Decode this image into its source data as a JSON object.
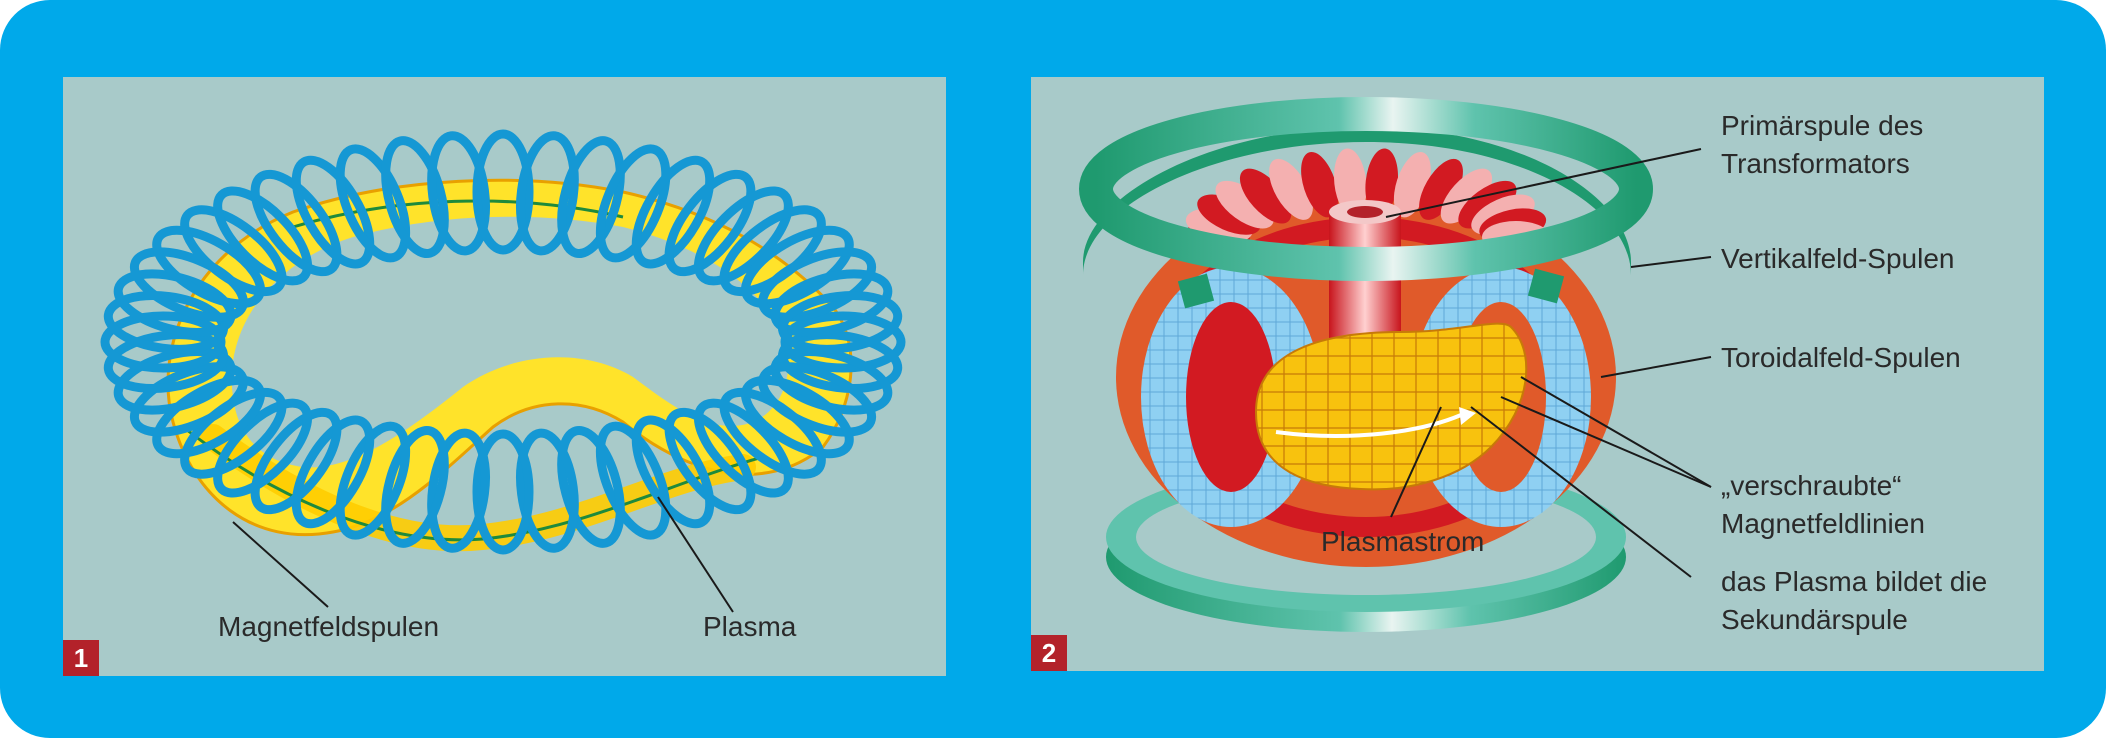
{
  "panel1": {
    "number": "1",
    "labels": {
      "magnetfeldspulen": "Magnetfeldspulen",
      "plasma": "Plasma"
    },
    "colors": {
      "coils": "#1598d4",
      "plasma": "#ffe32a",
      "fieldline": "#1f8a3c"
    }
  },
  "panel2": {
    "number": "2",
    "labels": {
      "primaerspule_line1": "Primärspule des",
      "primaerspule_line2": "Transformators",
      "vertikalfeld": "Vertikalfeld-Spulen",
      "toroidalfeld": "Toroidalfeld-Spulen",
      "feldlinien_line1": "„verschraubte“",
      "feldlinien_line2": "Magnetfeldlinien",
      "plasmastrom": "Plasmastrom",
      "sekundaer_line1": "das Plasma bildet die",
      "sekundaer_line2": "Sekundärspule"
    },
    "colors": {
      "vertical_coils": "#2aa58c",
      "toroidal_coils_outer": "#e05a2a",
      "toroidal_coils_red": "#d21a22",
      "vessel": "#8fd0f2",
      "plasma": "#f6b80c"
    }
  },
  "colors": {
    "frame": "#00a9ea",
    "panel": "#a8cac9",
    "badge": "#b3222a"
  }
}
